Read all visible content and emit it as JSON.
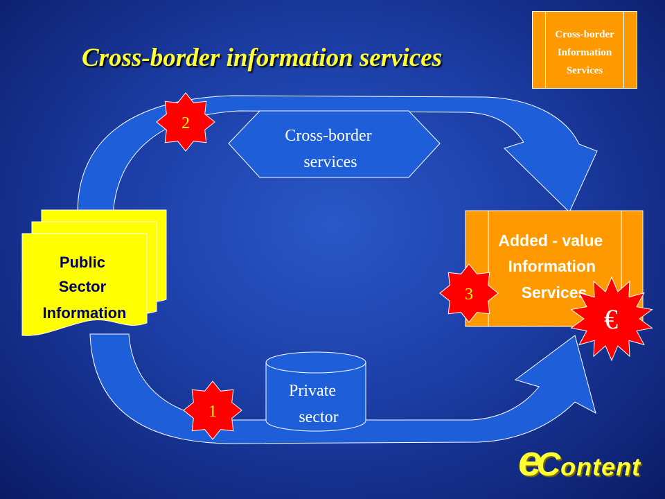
{
  "slide": {
    "title": "Cross-border information services",
    "badge": {
      "lines": [
        "Cross-border",
        "Information",
        "Services"
      ]
    },
    "watermark": {
      "e": "e",
      "c": "C",
      "rest": "ontent"
    }
  },
  "diagram": {
    "public_sector": {
      "lines": [
        "Public",
        "Sector",
        "Information"
      ]
    },
    "cross_border_services": {
      "lines": [
        "Cross-border",
        "services"
      ]
    },
    "added_value": {
      "lines": [
        "Added - value",
        "Information",
        "Services"
      ]
    },
    "private_sector": {
      "lines": [
        "Private",
        "sector"
      ]
    },
    "steps": [
      "1",
      "2",
      "3"
    ],
    "euro_symbol": "€"
  },
  "colors": {
    "background": "#1c3ea6",
    "title": "#ffff33",
    "orange": "#ff9900",
    "yellow": "#ffff00",
    "shape_blue": "#1e5ed8",
    "star_red": "#ff0000",
    "step_text": "#ffff00"
  }
}
